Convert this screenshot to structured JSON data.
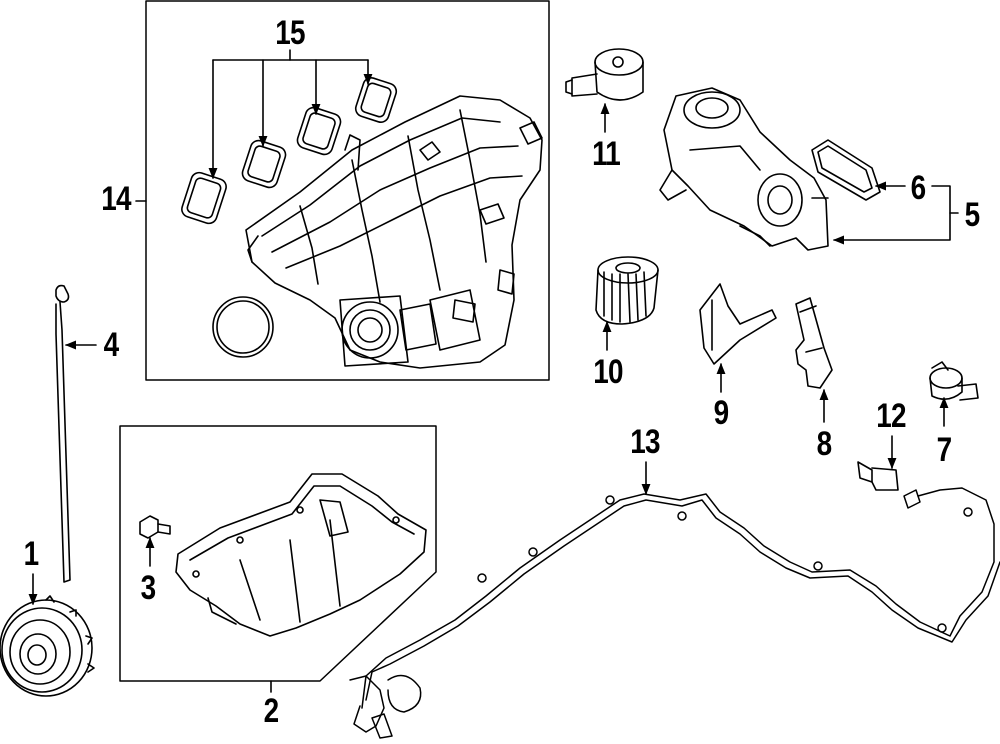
{
  "diagram": {
    "callouts": [
      {
        "id": "c1",
        "label": "1"
      },
      {
        "id": "c2",
        "label": "2"
      },
      {
        "id": "c3",
        "label": "3"
      },
      {
        "id": "c4",
        "label": "4"
      },
      {
        "id": "c5",
        "label": "5"
      },
      {
        "id": "c6",
        "label": "6"
      },
      {
        "id": "c7",
        "label": "7"
      },
      {
        "id": "c8",
        "label": "8"
      },
      {
        "id": "c9",
        "label": "9"
      },
      {
        "id": "c10",
        "label": "10"
      },
      {
        "id": "c11",
        "label": "11"
      },
      {
        "id": "c12",
        "label": "12"
      },
      {
        "id": "c13",
        "label": "13"
      },
      {
        "id": "c14",
        "label": "14"
      },
      {
        "id": "c15",
        "label": "15"
      }
    ],
    "colors": {
      "ink": "#000000",
      "background": "#ffffff"
    }
  }
}
